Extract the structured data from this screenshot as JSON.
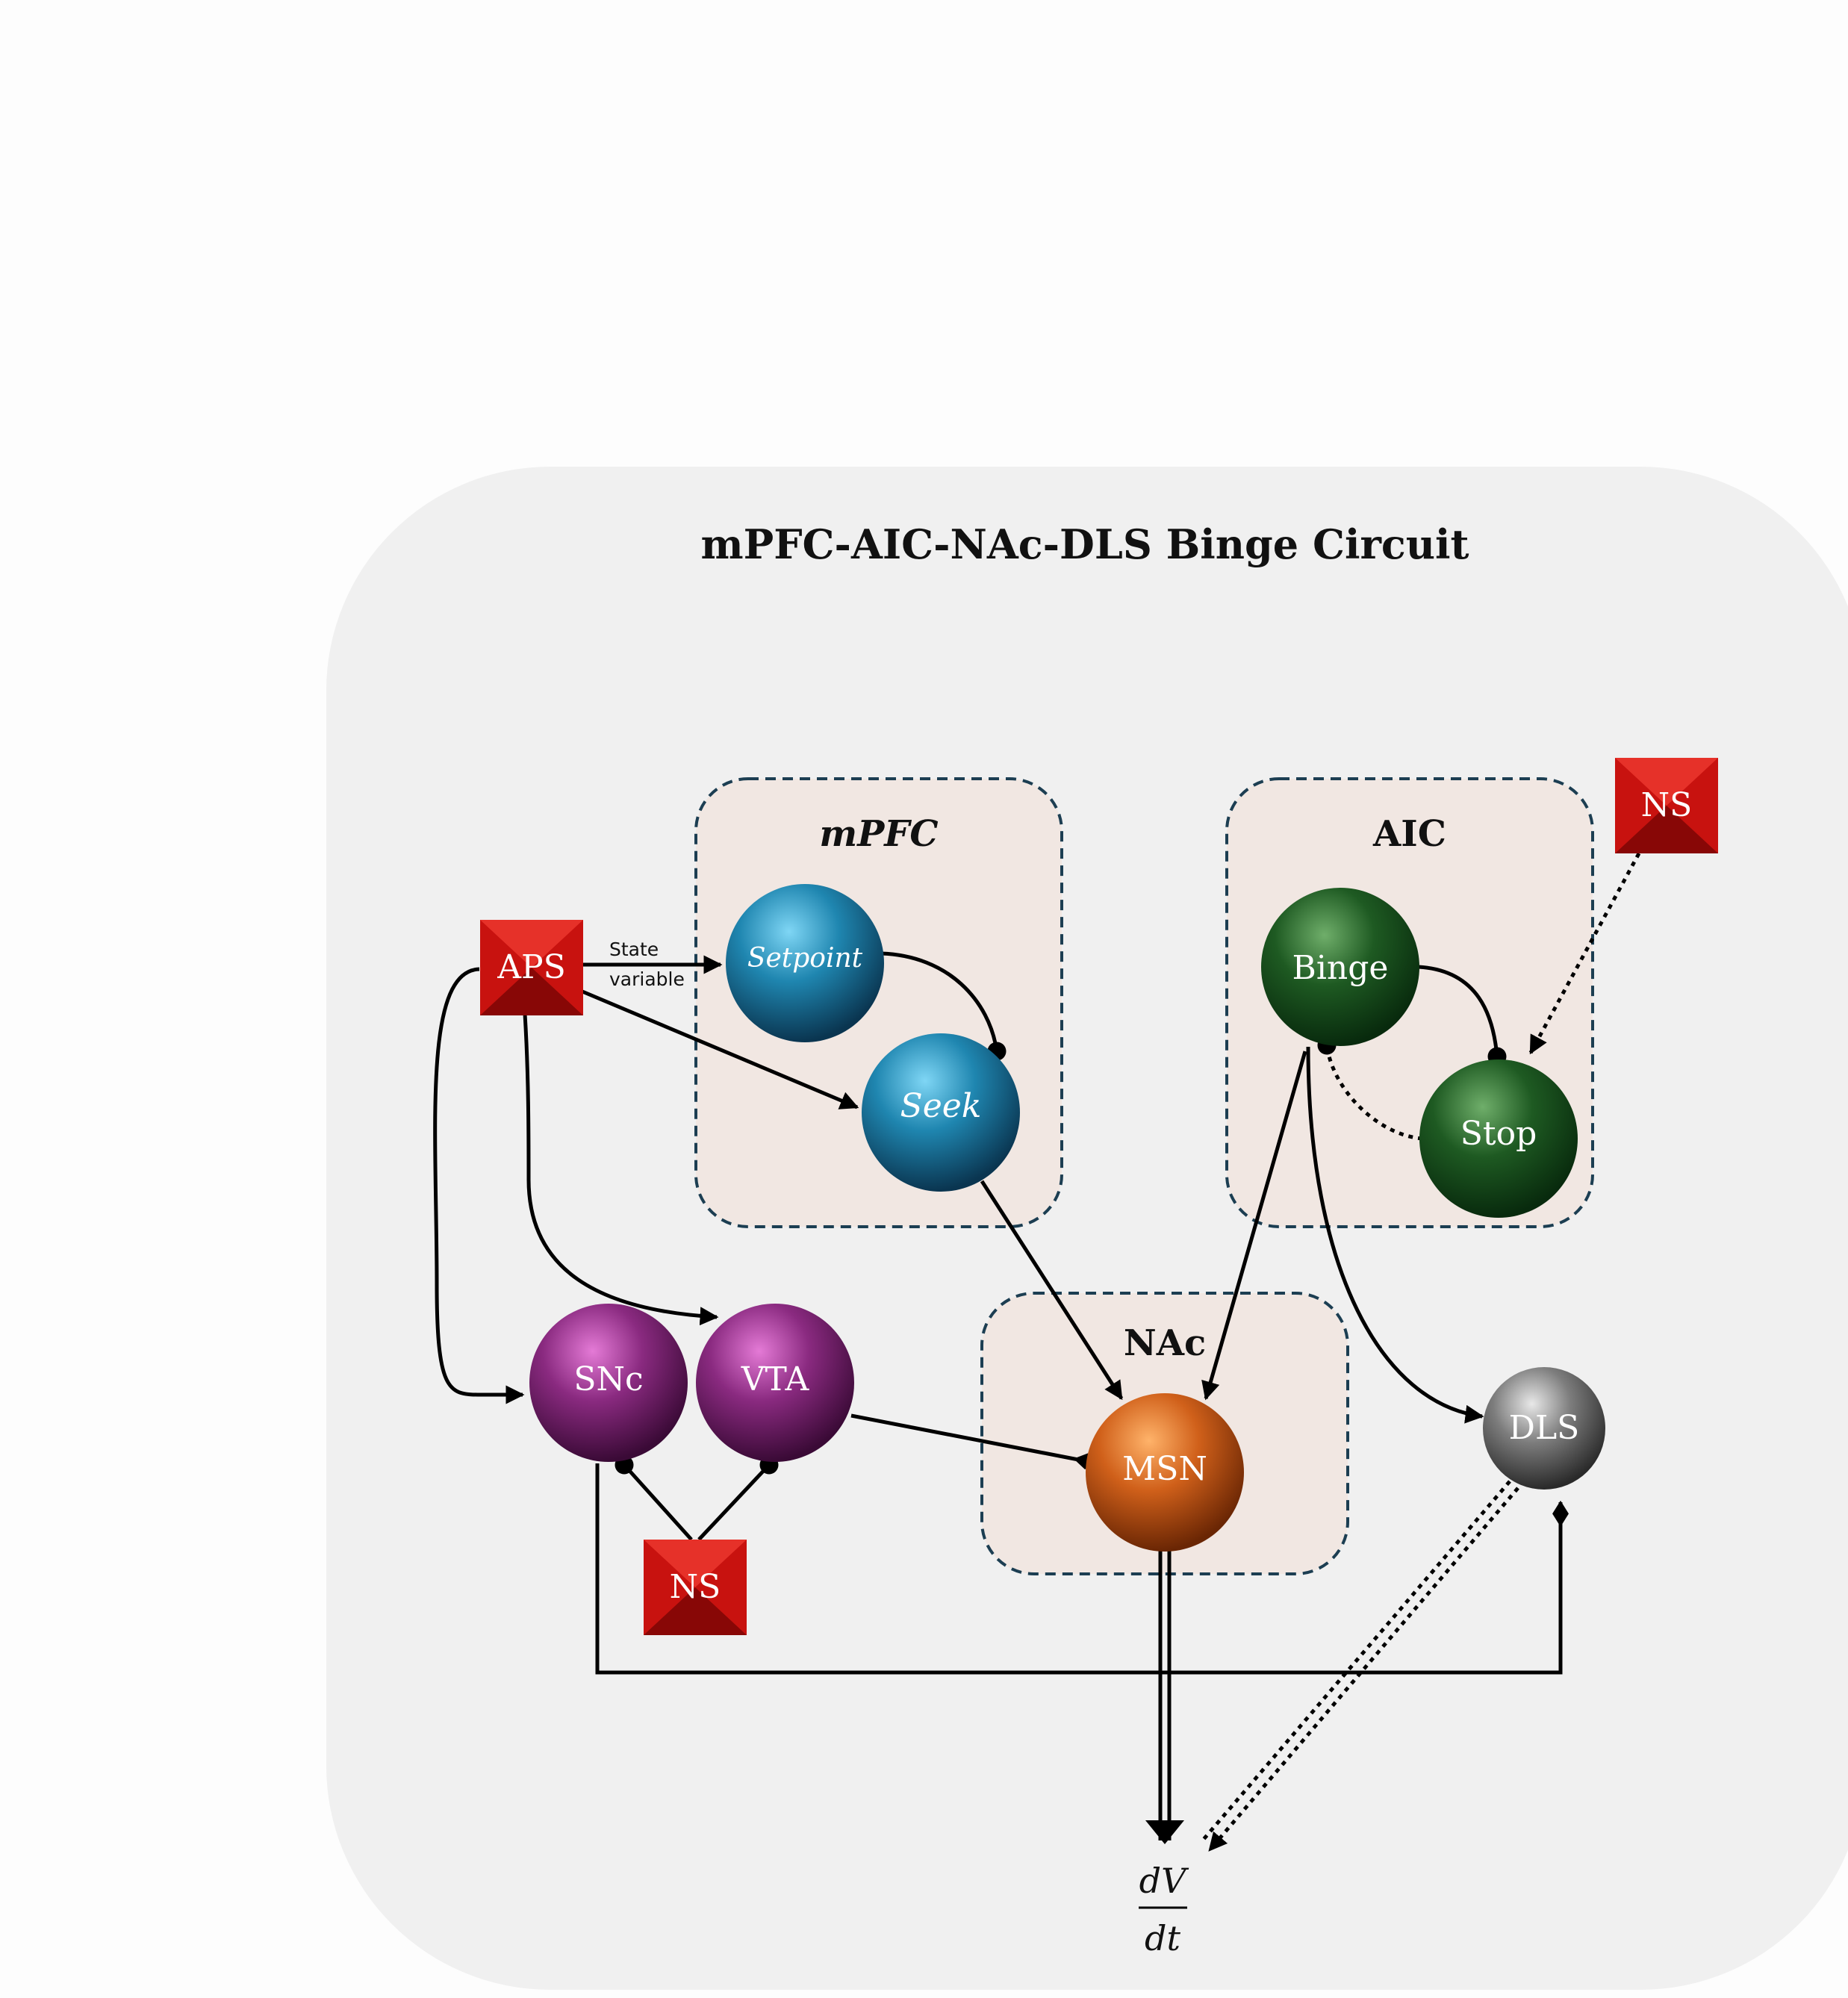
{
  "title": "mPFC-AIC-NAc-DLS Binge Circuit",
  "regions": {
    "mpfc": "mPFC",
    "aic": "AIC",
    "nac": "NAc"
  },
  "nodes": {
    "aps": "APS",
    "ns_top": "NS",
    "ns_bottom": "NS",
    "setpoint": "Setpoint",
    "seek": "Seek",
    "binge": "Binge",
    "stop": "Stop",
    "snc": "SNc",
    "vta": "VTA",
    "msn": "MSN",
    "dls": "DLS"
  },
  "edge_labels": {
    "state_line1": "State",
    "state_line2": "variable"
  },
  "output": {
    "numerator": "dV",
    "denominator": "dt"
  },
  "colors": {
    "background_panel": "#f0f0f0",
    "region_fill": "#f1e7e2",
    "region_border": "#1c3e52",
    "mpfc_nodes": "#1c7fa8",
    "aic_nodes": "#1f5e22",
    "dopamine_nodes": "#8a2a80",
    "msn_node": "#d0601a",
    "dls_node": "#888888",
    "input_boxes": "#c8120f"
  }
}
